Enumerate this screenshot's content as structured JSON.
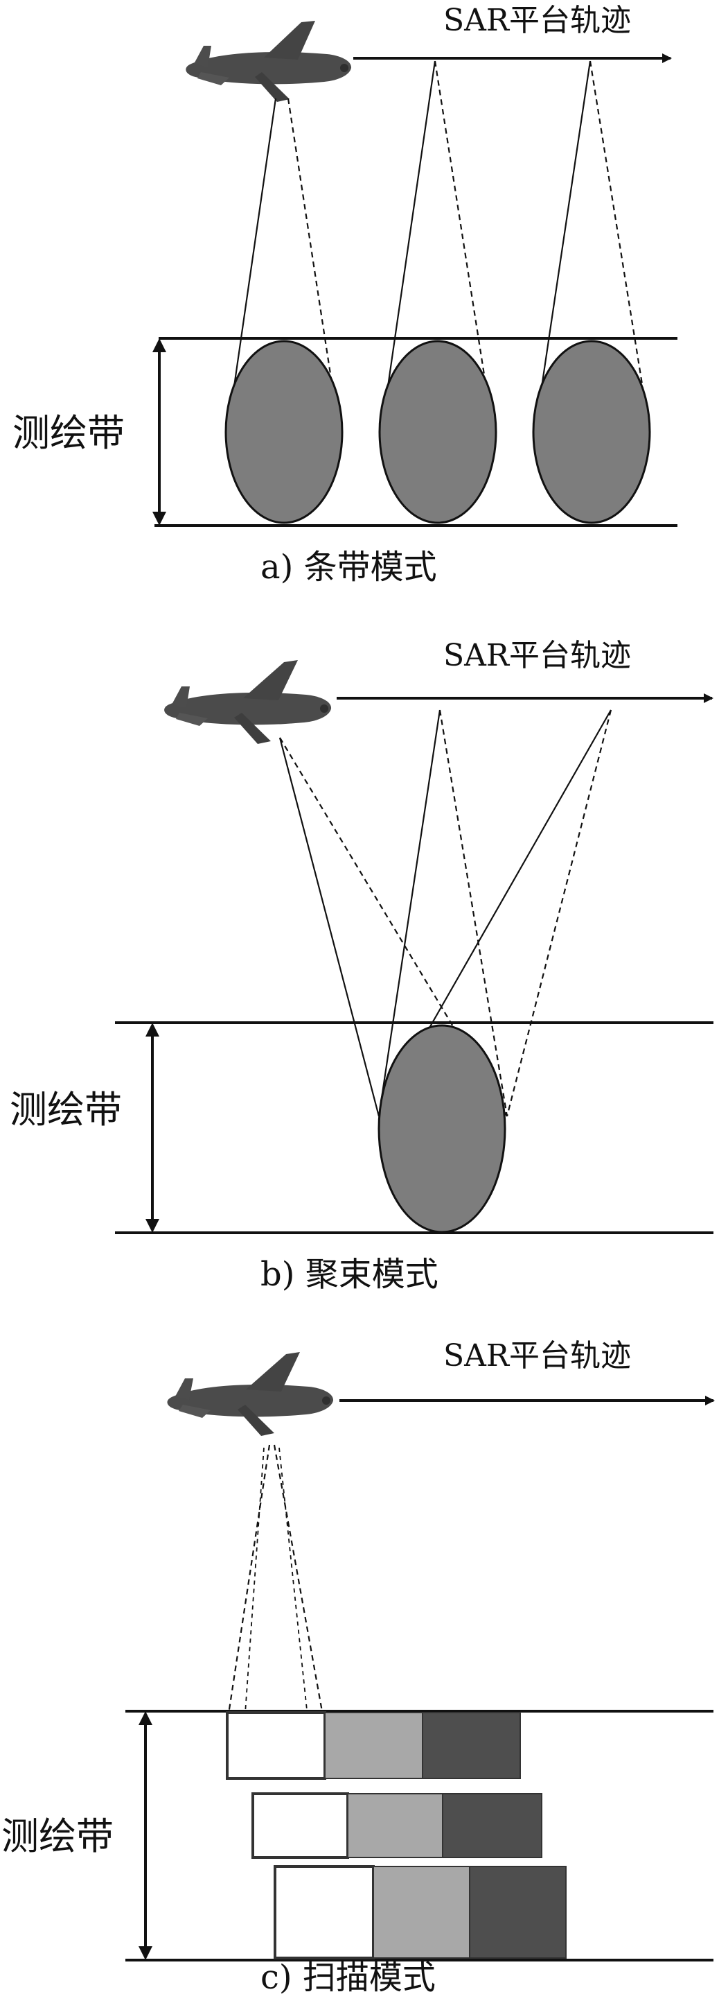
{
  "diagram": {
    "panels": [
      {
        "track_label": "SAR平台轨迹",
        "swath_label": "测绘带",
        "caption": "a) 条带模式"
      },
      {
        "track_label": "SAR平台轨迹",
        "swath_label": "测绘带",
        "caption": "b) 聚束模式"
      },
      {
        "track_label": "SAR平台轨迹",
        "swath_label": "测绘带",
        "caption": "c) 扫描模式"
      }
    ],
    "colors": {
      "ink": "#111111",
      "footprint": "#7d7d7d",
      "aircraft": "#4b4b4b",
      "scan_light": "#ffffff",
      "scan_mid": "#a8a8a8",
      "scan_dark": "#4e4e4e"
    },
    "icons": {
      "aircraft": "airplane-icon"
    }
  }
}
